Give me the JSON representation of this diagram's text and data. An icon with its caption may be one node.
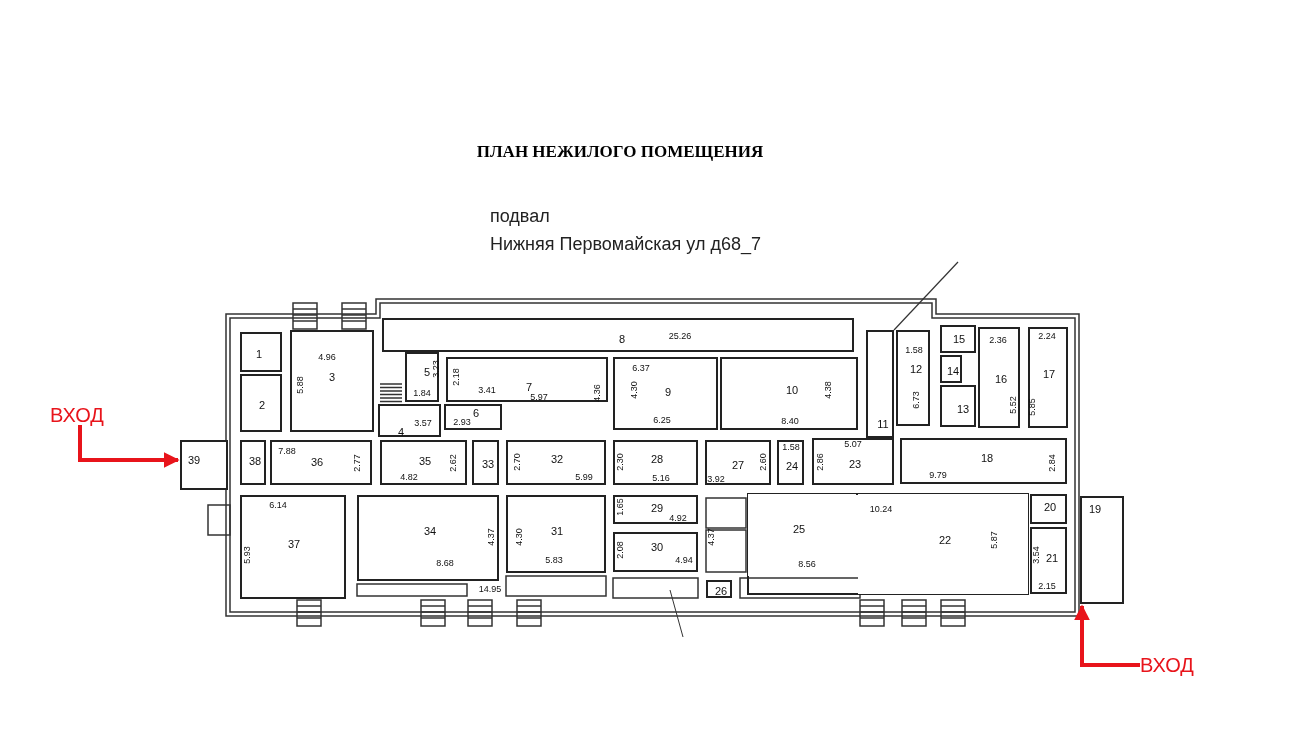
{
  "diagram": {
    "title": "ПЛАН НЕЖИЛОГО ПОМЕЩЕНИЯ",
    "nodes": [
      {
        "text": [
          "1"
        ]
      },
      {
        "text": [
          "2"
        ]
      },
      {
        "text": [
          "3"
        ]
      },
      {
        "text": [
          "4"
        ]
      },
      {
        "text": [
          "5"
        ]
      },
      {
        "text": [
          "6"
        ]
      },
      {
        "text": [
          "7"
        ]
      },
      {
        "text": [
          "8"
        ]
      },
      {
        "text": [
          "9"
        ]
      },
      {
        "text": [
          "10"
        ]
      },
      {
        "text": [
          "11"
        ]
      },
      {
        "text": [
          "12"
        ]
      },
      {
        "text": [
          "13"
        ]
      },
      {
        "text": [
          "14"
        ]
      },
      {
        "text": [
          "15"
        ]
      },
      {
        "text": [
          "16"
        ]
      },
      {
        "text": [
          "17"
        ]
      },
      {
        "text": [
          "18"
        ]
      },
      {
        "text": [
          "19"
        ]
      },
      {
        "text": [
          "20"
        ]
      },
      {
        "text": [
          "21"
        ]
      },
      {
        "text": [
          "22"
        ]
      },
      {
        "text": [
          "23"
        ]
      },
      {
        "text": [
          "24"
        ]
      },
      {
        "text": [
          "25"
        ]
      },
      {
        "text": [
          "26"
        ]
      },
      {
        "text": [
          "27"
        ]
      },
      {
        "text": [
          "28"
        ]
      },
      {
        "text": [
          "29"
        ]
      },
      {
        "text": [
          "30"
        ]
      },
      {
        "text": [
          "31"
        ]
      },
      {
        "text": [
          "32"
        ]
      },
      {
        "text": [
          "33"
        ]
      },
      {
        "text": [
          "34"
        ]
      },
      {
        "text": [
          "35"
        ]
      },
      {
        "text": [
          "36"
        ]
      },
      {
        "text": [
          "37"
        ]
      },
      {
        "text": [
          "38"
        ]
      },
      {
        "text": [
          "39"
        ]
      },
      {
        "text": [
          "ВХОД"
        ]
      },
      {
        "text": [
          "ВХОД"
        ]
      }
    ],
    "edges": [
      {
        "from": 39,
        "to": 38,
        "arrow": "to"
      },
      {
        "from": 40,
        "to": 18,
        "arrow": "to"
      },
      {
        "from": null,
        "to": 10,
        "arrow": "none",
        "color": "#333333"
      }
    ],
    "labels": [
      "подвал",
      "Нижняя Первомайская ул д68_7",
      "25.26",
      "2.24",
      "2.36",
      "4.96",
      "1.58",
      "6.37",
      "3.23",
      "2.18",
      "5.88",
      "3.41",
      "4.36",
      "4.30",
      "4.38",
      "6.73",
      "5.52",
      "5.85",
      "1.84",
      "3.57",
      "2.93",
      "6.25",
      "5.97",
      "8.40",
      "1.58",
      "5.07",
      "7.88",
      "2.77",
      "2.62",
      "2.70",
      "2.30",
      "2.60",
      "2.86",
      "2.84",
      "4.82",
      "5.99",
      "5.16",
      "3.92",
      "9.79",
      "6.14",
      "10.24",
      "1.65",
      "4.92",
      "5.93",
      "8.68",
      "4.37",
      "4.30",
      "5.83",
      "2.08",
      "4.94",
      "4.37",
      "8.56",
      "5.87",
      "3.54",
      "14.95",
      "2.15"
    ]
  }
}
